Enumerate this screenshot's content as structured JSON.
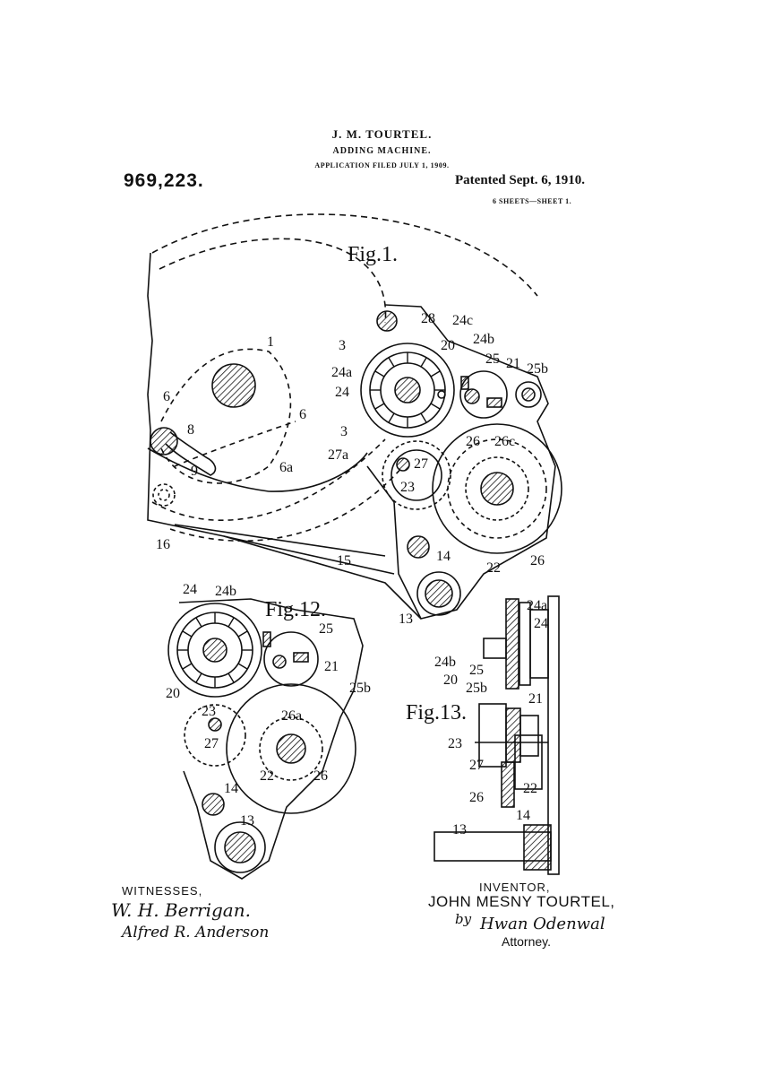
{
  "header": {
    "inventor": "J. M. TOURTEL.",
    "title": "ADDING MACHINE.",
    "filed": "APPLICATION FILED JULY 1, 1909.",
    "patent_number": "969,223.",
    "patented": "Patented Sept. 6, 1910.",
    "sheets": "6 SHEETS—SHEET 1."
  },
  "figures": {
    "fig1": "Fig.1.",
    "fig12": "Fig.12.",
    "fig13": "Fig.13."
  },
  "fig1_labels": {
    "l1": "1",
    "l3a": "3",
    "l3b": "3",
    "l6a": "6",
    "l6b": "6",
    "l6c": "6a",
    "l8": "8",
    "l9": "9",
    "l13": "13",
    "l14": "14",
    "l15": "15",
    "l16": "16",
    "l20": "20",
    "l21": "21",
    "l22": "22",
    "l23": "23",
    "l24": "24",
    "l24a": "24a",
    "l24b": "24b",
    "l24c": "24c",
    "l25": "25",
    "l25b": "25b",
    "l26a": "26",
    "l26b": "26",
    "l26c": "26c",
    "l27": "27",
    "l27a": "27a",
    "l28": "28"
  },
  "fig12_labels": {
    "l24": "24",
    "l24b": "24b",
    "l25": "25",
    "l21": "21",
    "l20": "20",
    "l25b": "25b",
    "l23": "23",
    "l26a": "26a",
    "l27": "27",
    "l22": "22",
    "l26": "26",
    "l14": "14",
    "l13": "13"
  },
  "fig13_labels": {
    "l24a": "24a",
    "l24": "24",
    "l24b": "24b",
    "l20": "20",
    "l25": "25",
    "l25b": "25b",
    "l21": "21",
    "l23": "23",
    "l27": "27",
    "l22": "22",
    "l26": "26",
    "l14": "14",
    "l13": "13"
  },
  "signatures": {
    "witnesses_label": "WITNESSES,",
    "witness1": "W. H. Berrigan.",
    "witness2": "Alfred R. Anderson",
    "inventor_label": "INVENTOR,",
    "inventor_name": "JOHN MESNY TOURTEL,",
    "by": "by",
    "attorney_signature": "Hwan Odenwal",
    "attorney_label": "Attorney."
  }
}
